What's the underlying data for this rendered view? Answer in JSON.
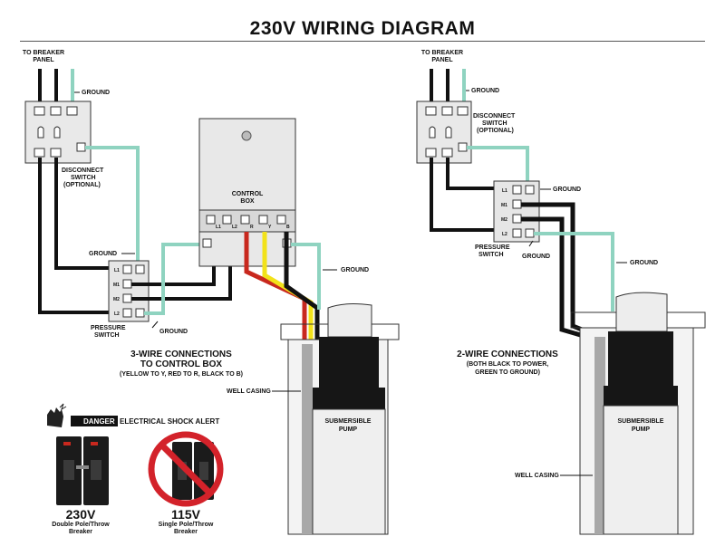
{
  "title": "230V WIRING DIAGRAM",
  "left": {
    "breaker_panel": [
      "TO BREAKER",
      "PANEL"
    ],
    "ground_top": "GROUND",
    "disconnect": [
      "DISCONNECT",
      "SWITCH",
      "(OPTIONAL)"
    ],
    "control_box": [
      "CONTROL",
      "BOX"
    ],
    "control_terminals": [
      "L1",
      "L2",
      "R",
      "Y",
      "B"
    ],
    "ground_ps_top": "GROUND",
    "ground_ps_bottom": "GROUND",
    "ground_right": "GROUND",
    "pressure_terminals": [
      "L1",
      "M1",
      "M2",
      "L2"
    ],
    "pressure_switch": [
      "PRESSURE",
      "SWITCH"
    ],
    "connections_title": [
      "3-WIRE CONNECTIONS",
      "TO CONTROL BOX"
    ],
    "connections_note": "(YELLOW TO Y, RED TO R, BLACK TO B)",
    "well_casing": "WELL CASING",
    "pump": [
      "SUBMERSIBLE",
      "PUMP"
    ]
  },
  "right": {
    "breaker_panel": [
      "TO BREAKER",
      "PANEL"
    ],
    "ground_top": "GROUND",
    "disconnect": [
      "DISCONNECT",
      "SWITCH",
      "(OPTIONAL)"
    ],
    "ground_ps_top": "GROUND",
    "ground_ps_bottom": "GROUND",
    "ground_right": "GROUND",
    "pressure_terminals": [
      "L1",
      "M1",
      "M2",
      "L2"
    ],
    "pressure_switch": [
      "PRESSURE",
      "SWITCH"
    ],
    "connections_title": "2-WIRE CONNECTIONS",
    "connections_note": [
      "(BOTH BLACK TO POWER,",
      "GREEN TO GROUND)"
    ],
    "well_casing": "WELL CASING",
    "pump": [
      "SUBMERSIBLE",
      "PUMP"
    ]
  },
  "danger": {
    "badge": "DANGER",
    "text": "ELECTRICAL SHOCK ALERT"
  },
  "breaker_230": {
    "voltage": "230V",
    "label": [
      "Double Pole/Throw",
      "Breaker"
    ]
  },
  "breaker_115": {
    "voltage": "115V",
    "label": [
      "Single Pole/Throw",
      "Breaker"
    ]
  },
  "colors": {
    "ground_wire": "#8fd3c0",
    "hot_wire": "#111111",
    "red_wire": "#c8281e",
    "yellow_wire": "#f2e21a",
    "no_symbol": "#d3222a",
    "casing_gray": "#a8a8a8",
    "panel_gray": "#e6e6e6"
  }
}
